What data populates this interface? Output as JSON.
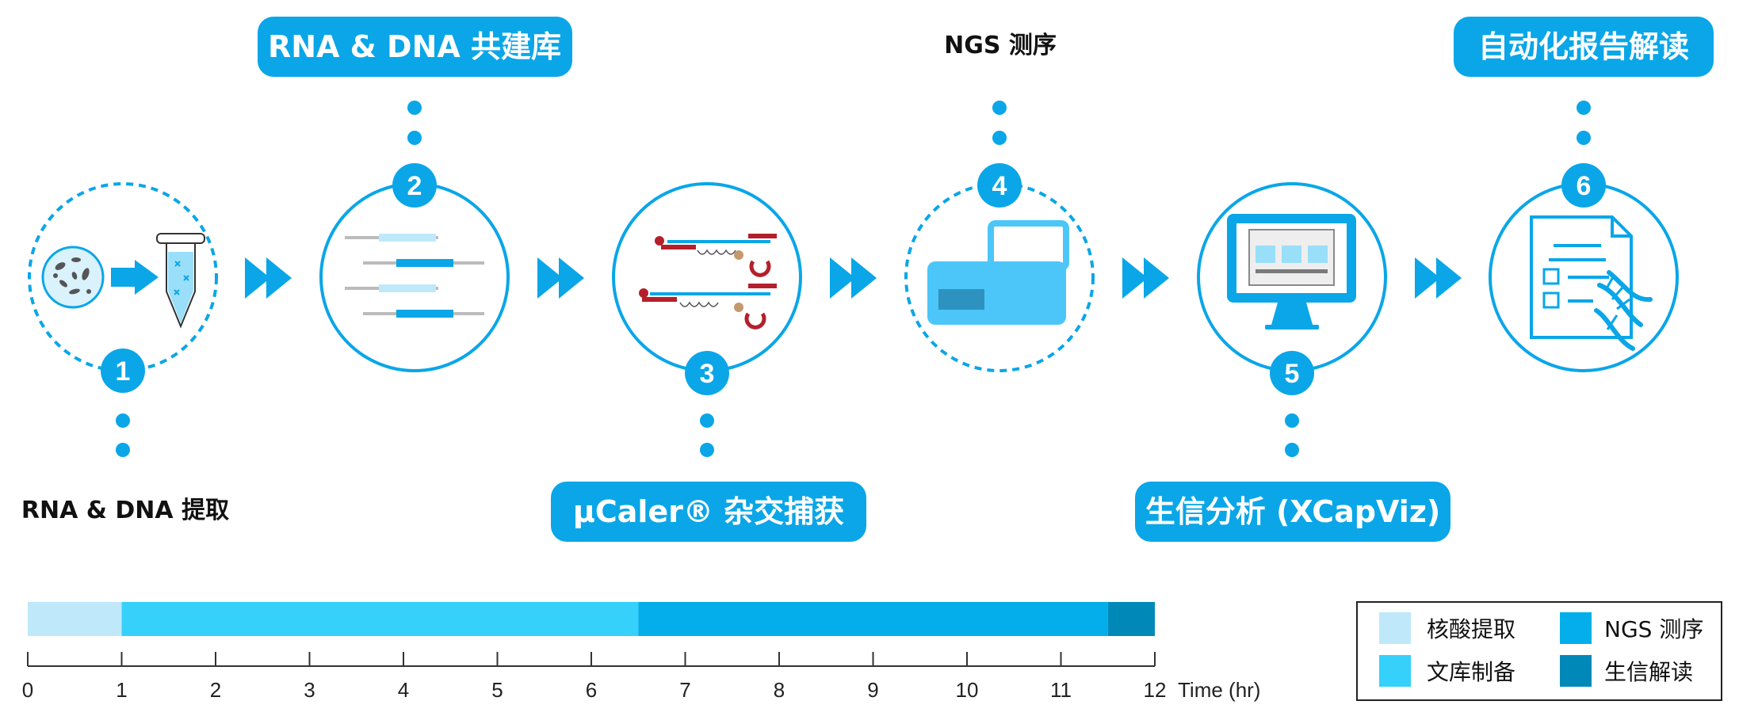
{
  "steps": [
    {
      "number": "1",
      "label": "RNA & DNA 提取"
    },
    {
      "number": "2",
      "label": "RNA & DNA 共建库"
    },
    {
      "number": "3",
      "label": "μCaler® 杂交捕获"
    },
    {
      "number": "4",
      "label": "NGS 测序"
    },
    {
      "number": "5",
      "label": "生信分析 (XCapViz)"
    },
    {
      "number": "6",
      "label": "自动化报告解读"
    }
  ],
  "colors": {
    "primary": "#0aa6e8",
    "extraction": "#bfe9fb",
    "library": "#35d1fb",
    "sequencing": "#03aeea",
    "analysis": "#0089b8",
    "probe_red": "#b3202c"
  },
  "chart_data": {
    "type": "bar",
    "orientation": "horizontal-stacked",
    "xlabel": "Time (hr)",
    "xlim": [
      0,
      12
    ],
    "ticks": [
      "0",
      "1",
      "2",
      "3",
      "4",
      "5",
      "6",
      "7",
      "8",
      "9",
      "10",
      "11",
      "12"
    ],
    "segments": [
      {
        "name": "核酸提取",
        "start": 0,
        "end": 1,
        "color": "#bfe9fb"
      },
      {
        "name": "文库制备",
        "start": 1,
        "end": 6.5,
        "color": "#35d1fb"
      },
      {
        "name": "NGS 测序",
        "start": 6.5,
        "end": 11.5,
        "color": "#03aeea"
      },
      {
        "name": "生信解读",
        "start": 11.5,
        "end": 12,
        "color": "#0089b8"
      }
    ]
  }
}
